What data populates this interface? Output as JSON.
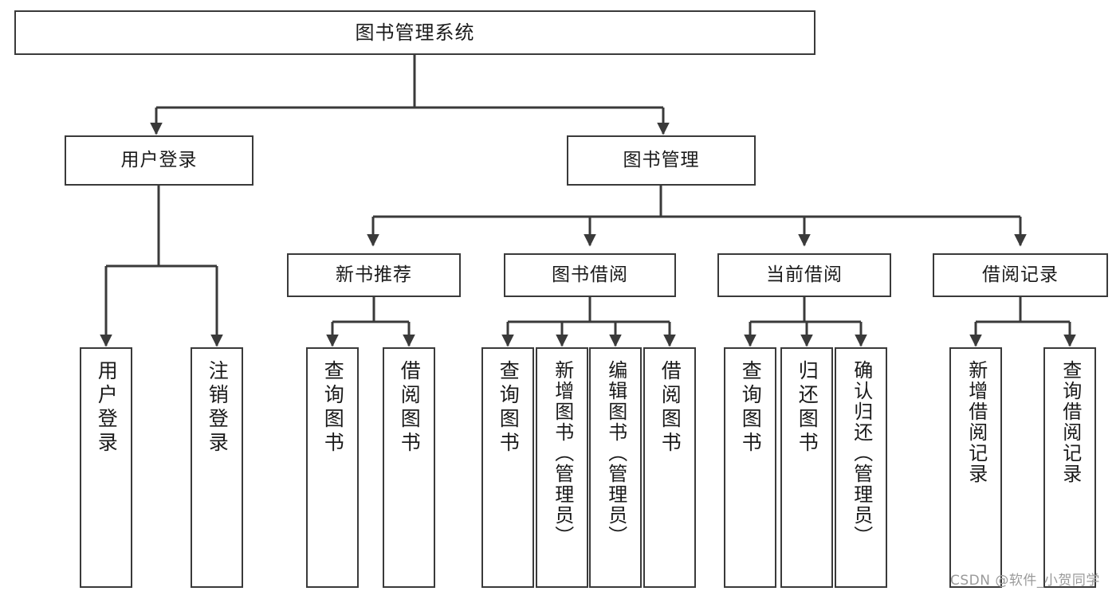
{
  "diagram": {
    "type": "tree",
    "title": "图书管理系统",
    "orientation": "top-down",
    "colors": {
      "background": "#ffffff",
      "node_border": "#3a3a3a",
      "node_fill": "#ffffff",
      "edge": "#3a3a3a",
      "text": "#1a1a1a",
      "watermark": "#9a9a9a"
    },
    "nodes": {
      "root": {
        "label": "图书管理系统",
        "level": 0
      },
      "n_user_login": {
        "label": "用户登录",
        "level": 1
      },
      "n_book_manage": {
        "label": "图书管理",
        "level": 1
      },
      "n_new_book_rec": {
        "label": "新书推荐",
        "level": 2
      },
      "n_book_borrow": {
        "label": "图书借阅",
        "level": 2
      },
      "n_current_borrow": {
        "label": "当前借阅",
        "level": 2
      },
      "n_borrow_record": {
        "label": "借阅记录",
        "level": 2
      },
      "l_user_login": {
        "label": "用户登录",
        "level": 3
      },
      "l_user_logout": {
        "label": "注销登录",
        "level": 3
      },
      "l_query_book_1": {
        "label": "查询图书",
        "level": 3
      },
      "l_borrow_book_1": {
        "label": "借阅图书",
        "level": 3
      },
      "l_query_book_2": {
        "label": "查询图书",
        "level": 3
      },
      "l_add_book_admin": {
        "label": "新增图书（管理员）",
        "level": 3
      },
      "l_edit_book_admin": {
        "label": "编辑图书（管理员）",
        "level": 3
      },
      "l_borrow_book_2": {
        "label": "借阅图书",
        "level": 3
      },
      "l_query_book_3": {
        "label": "查询图书",
        "level": 3
      },
      "l_return_book": {
        "label": "归还图书",
        "level": 3
      },
      "l_confirm_return_admin": {
        "label": "确认归还（管理员）",
        "level": 3
      },
      "l_add_borrow_record": {
        "label": "新增借阅记录",
        "level": 3
      },
      "l_query_borrow_record": {
        "label": "查询借阅记录",
        "level": 3
      }
    },
    "edges": [
      {
        "from": "root",
        "to": "n_user_login"
      },
      {
        "from": "root",
        "to": "n_book_manage"
      },
      {
        "from": "n_user_login",
        "to": "l_user_login"
      },
      {
        "from": "n_user_login",
        "to": "l_user_logout"
      },
      {
        "from": "n_book_manage",
        "to": "n_new_book_rec"
      },
      {
        "from": "n_book_manage",
        "to": "n_book_borrow"
      },
      {
        "from": "n_book_manage",
        "to": "n_current_borrow"
      },
      {
        "from": "n_book_manage",
        "to": "n_borrow_record"
      },
      {
        "from": "n_new_book_rec",
        "to": "l_query_book_1"
      },
      {
        "from": "n_new_book_rec",
        "to": "l_borrow_book_1"
      },
      {
        "from": "n_book_borrow",
        "to": "l_query_book_2"
      },
      {
        "from": "n_book_borrow",
        "to": "l_add_book_admin"
      },
      {
        "from": "n_book_borrow",
        "to": "l_edit_book_admin"
      },
      {
        "from": "n_book_borrow",
        "to": "l_borrow_book_2"
      },
      {
        "from": "n_current_borrow",
        "to": "l_query_book_3"
      },
      {
        "from": "n_current_borrow",
        "to": "l_return_book"
      },
      {
        "from": "n_current_borrow",
        "to": "l_confirm_return_admin"
      },
      {
        "from": "n_borrow_record",
        "to": "l_add_borrow_record"
      },
      {
        "from": "n_borrow_record",
        "to": "l_query_borrow_record"
      }
    ]
  },
  "watermark": {
    "text": "CSDN @软件_小贺同学"
  }
}
